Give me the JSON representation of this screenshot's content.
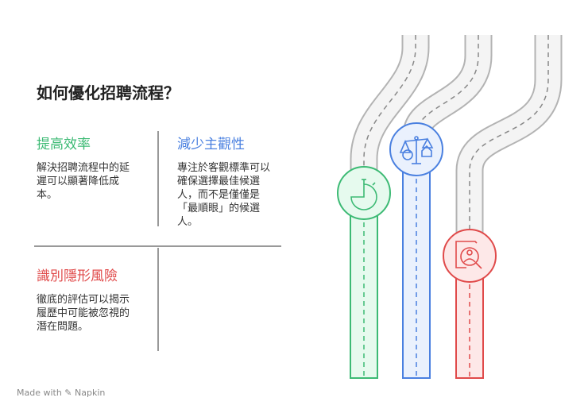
{
  "title": "如何優化招聘流程？",
  "colors": {
    "green": "#3cba74",
    "blue": "#4a80e0",
    "red": "#e04a4a",
    "road": "#f4f4f4"
  },
  "items": [
    {
      "heading": "提高效率",
      "text": "解決招聘流程中的延遲可以顯著降低成本。",
      "icon": "stopwatch-icon"
    },
    {
      "heading": "減少主觀性",
      "text": "專注於客觀標準可以確保選擇最佳候選人，而不是僅僅是「最順眼」的候選人。",
      "icon": "balance-scale-icon"
    },
    {
      "heading": "識別隱形風險",
      "text": "徹底的評估可以揭示履歷中可能被忽視的潛在問題。",
      "icon": "resume-search-icon"
    }
  ],
  "footer": "Made with ✎ Napkin"
}
